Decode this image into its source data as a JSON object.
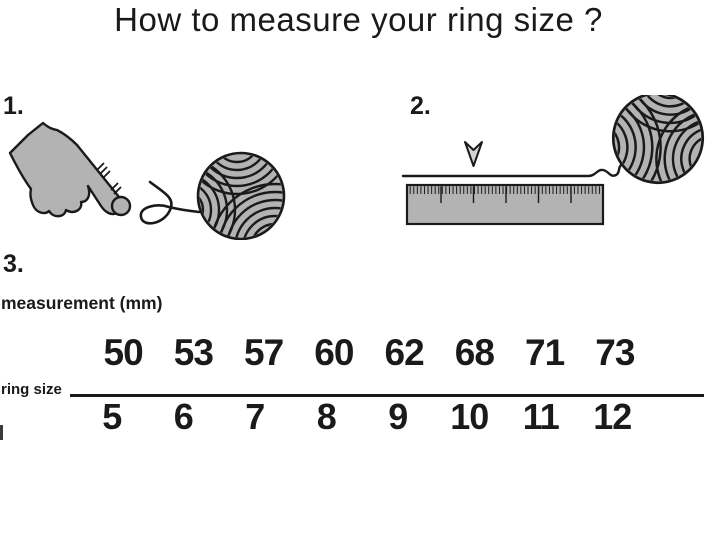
{
  "title": "How to measure your ring size ?",
  "steps": {
    "step1": {
      "number": "1."
    },
    "step2": {
      "number": "2."
    },
    "step3": {
      "number": "3."
    }
  },
  "table": {
    "measurement_label": "measurement (mm)",
    "ring_size_label": "ring size",
    "measurements_mm": [
      "50",
      "53",
      "57",
      "60",
      "62",
      "68",
      "71",
      "73"
    ],
    "ring_sizes": [
      "5",
      "6",
      "7",
      "8",
      "9",
      "10",
      "11",
      "12"
    ]
  },
  "icons": {
    "step1": [
      "pointing-hand-icon",
      "yarn-ball-icon",
      "string-loop-icon"
    ],
    "step2": [
      "down-arrow-icon",
      "string-icon",
      "ruler-icon",
      "yarn-ball-icon"
    ]
  },
  "colors": {
    "outline": "#1a1a1a",
    "illustration_fill": "#b3b3b3",
    "arrow_fill": "#d4d4d4",
    "background": "#ffffff"
  }
}
